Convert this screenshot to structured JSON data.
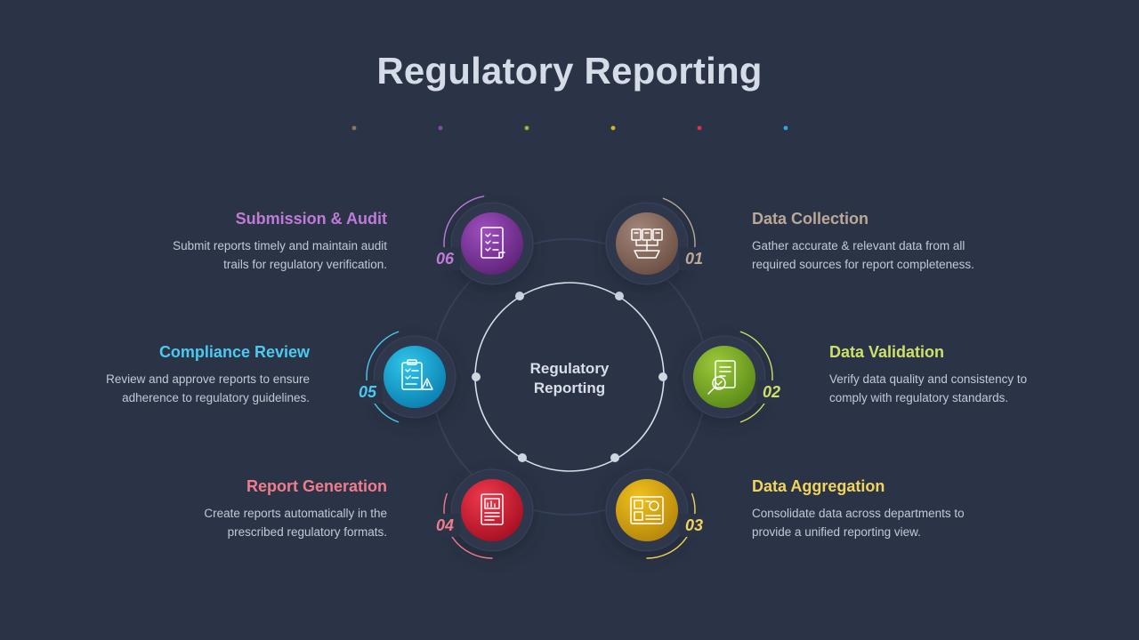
{
  "title": "Regulatory Reporting",
  "center_label": [
    "Regulatory",
    "Reporting"
  ],
  "header_dots": [
    "#8a7768",
    "#8e46a6",
    "#8fbf2a",
    "#e0b31b",
    "#e0324a",
    "#2ea6e0"
  ],
  "steps": [
    {
      "num": "01",
      "title": "Data Collection",
      "lines": [
        "Gather accurate & relevant data from all",
        "required sources for report completeness."
      ],
      "color": "#bba896",
      "fill_light": "#a3877a",
      "fill_dark": "#6b4f42",
      "icon": "database-hierarchy-icon"
    },
    {
      "num": "02",
      "title": "Data Validation",
      "lines": [
        "Verify data quality and consistency to",
        "comply with regulatory standards."
      ],
      "color": "#cfe06a",
      "fill_light": "#9cc93a",
      "fill_dark": "#5b8a18",
      "icon": "document-magnifier-icon"
    },
    {
      "num": "03",
      "title": "Data Aggregation",
      "lines": [
        "Consolidate data across departments to",
        "provide a unified reporting view."
      ],
      "color": "#f2d45c",
      "fill_light": "#f0c21e",
      "fill_dark": "#b5860a",
      "icon": "data-dashboard-icon"
    },
    {
      "num": "04",
      "title": "Report Generation",
      "lines": [
        "Create reports automatically in the",
        "prescribed regulatory formats."
      ],
      "color": "#f07c8e",
      "fill_light": "#f03a4c",
      "fill_dark": "#a50f22",
      "icon": "report-chart-icon"
    },
    {
      "num": "05",
      "title": "Compliance Review",
      "lines": [
        "Review and approve reports to ensure",
        "adherence to regulatory guidelines."
      ],
      "color": "#4cc9f0",
      "fill_light": "#30c6ea",
      "fill_dark": "#0a7fb0",
      "icon": "clipboard-checklist-icon"
    },
    {
      "num": "06",
      "title": "Submission & Audit",
      "lines": [
        "Submit reports timely and maintain audit",
        "trails for regulatory verification."
      ],
      "color": "#c07bd8",
      "fill_light": "#9f4fbf",
      "fill_dark": "#5e2378",
      "icon": "checklist-document-icon"
    }
  ]
}
